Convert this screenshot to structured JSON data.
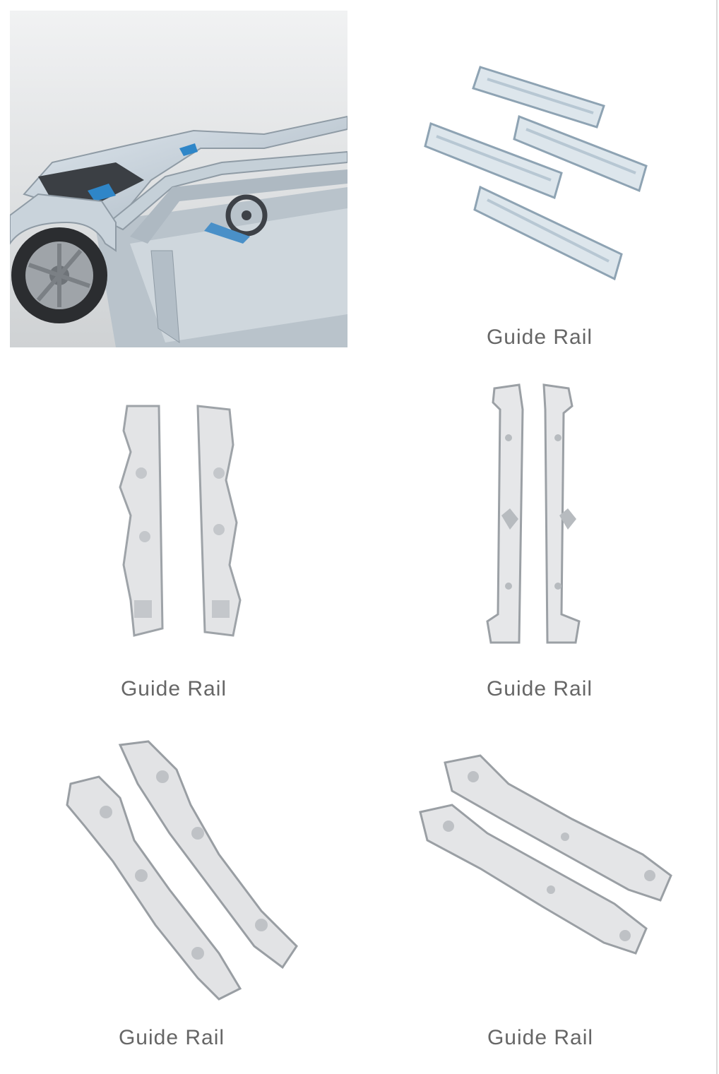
{
  "products": [
    {
      "caption": "Guide Rail"
    },
    {
      "caption": "Guide Rail"
    },
    {
      "caption": "Guide Rail"
    },
    {
      "caption": "Guide Rail"
    },
    {
      "caption": "Guide Rail"
    }
  ],
  "colors": {
    "caption_text": "#666666",
    "metal_light": "#e6e8ea",
    "metal_mid": "#b8bcc0",
    "metal_blue": "#a9c4d8"
  }
}
